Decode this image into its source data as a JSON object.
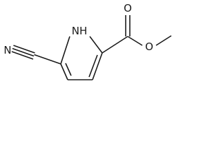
{
  "structure": {
    "atoms": {
      "O_carbonyl": "O",
      "O_ester": "O",
      "NH": "NH",
      "N_nitrile": "N"
    }
  },
  "colors": {
    "ink": "#1a1a1a",
    "background": "#ffffff"
  }
}
